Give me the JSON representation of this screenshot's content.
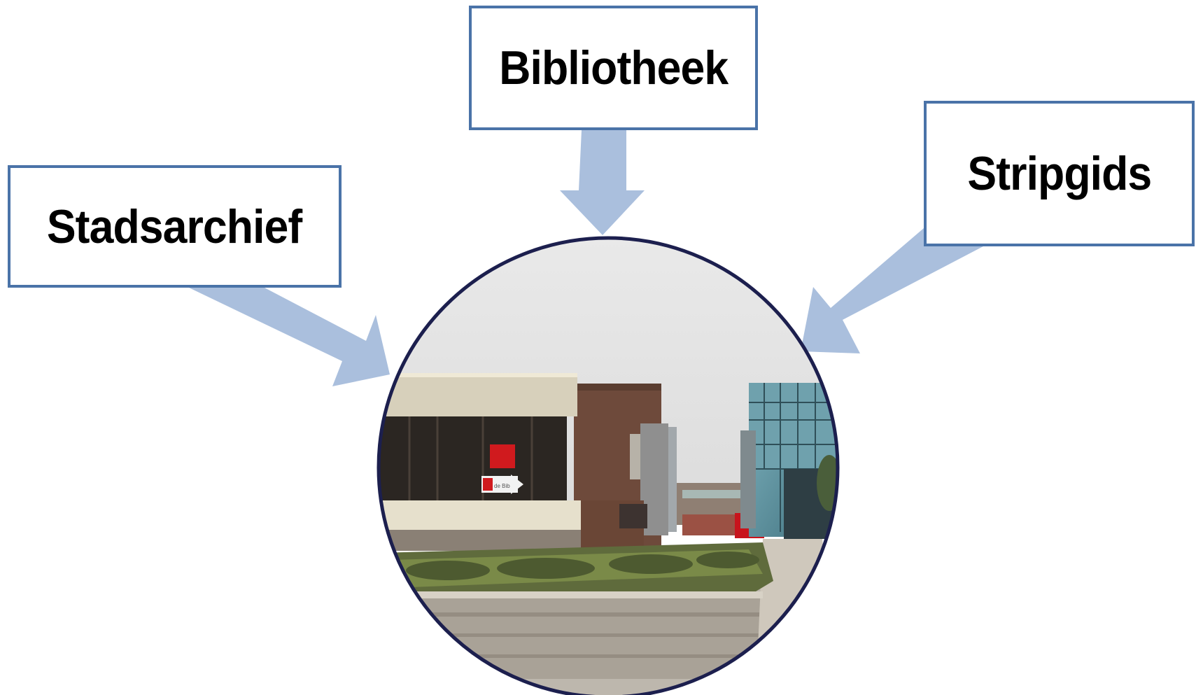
{
  "labels": {
    "bibliotheek": "Bibliotheek",
    "stripgids": "Stripgids",
    "stadsarchief": "Stadsarchief"
  },
  "photo": {
    "sign_small": "de Bib"
  },
  "colors": {
    "box_border": "#4a73a8",
    "arrow": "#aabfdd",
    "circle_border": "#1c1f4e"
  },
  "icons": [
    "arrow-down-icon",
    "arrow-down-left-icon",
    "arrow-down-right-icon"
  ]
}
